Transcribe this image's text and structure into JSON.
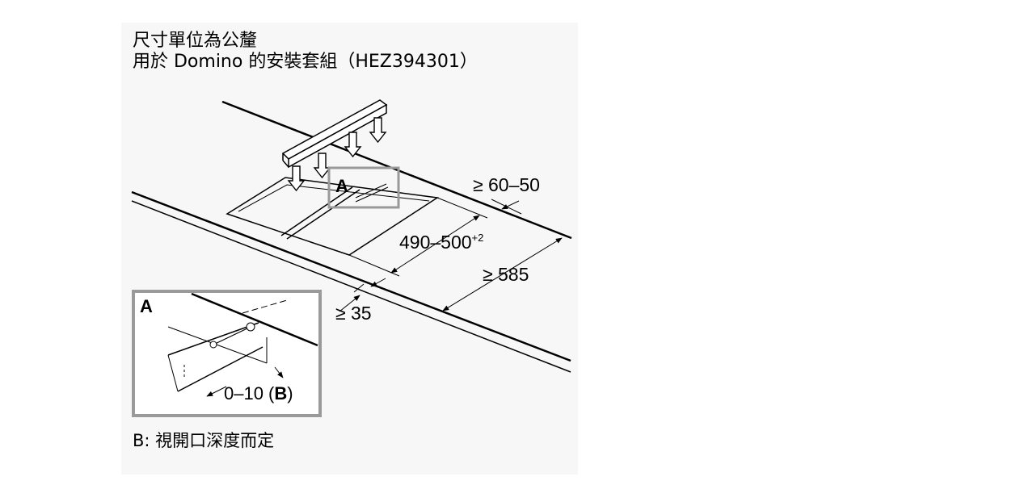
{
  "heading": {
    "line1": "尺寸單位為公釐",
    "line2": "用於 Domino 的安裝套組（HEZ394301）"
  },
  "labels": {
    "detail_marker": "A",
    "inset_title": "A",
    "depth_back": "≥ 60–50",
    "cutout_depth": "490–500",
    "cutout_depth_tolerance": "+2",
    "worktop_depth": "≥ 585",
    "front_min": "≥ 35",
    "inset_offset": "0–10 (",
    "inset_offset_ref": "B",
    "inset_offset_close": ")"
  },
  "footnote": "B: 視開口深度而定",
  "colors": {
    "line": "#000000",
    "inset_frame": "#9a9a9a",
    "background_panel": "#f7f7f7"
  }
}
